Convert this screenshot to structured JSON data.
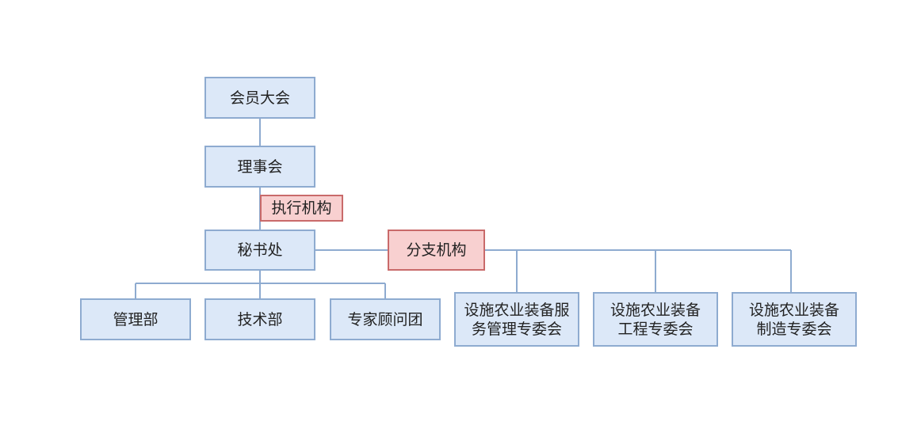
{
  "colors": {
    "box_fill": "#dce8f8",
    "box_border": "#8eabd0",
    "highlight_fill": "#f8d0d0",
    "highlight_border": "#c96a6a",
    "line": "#8eabd0"
  },
  "org": {
    "members_assembly": "会员大会",
    "council": "理事会",
    "executive_label": "执行机构",
    "secretariat": "秘书处",
    "branch_label": "分支机构",
    "departments": [
      "管理部",
      "技术部",
      "专家顾问团"
    ],
    "committees": [
      "设施农业装备服\n务管理专委会",
      "设施农业装备\n工程专委会",
      "设施农业装备\n制造专委会"
    ]
  }
}
